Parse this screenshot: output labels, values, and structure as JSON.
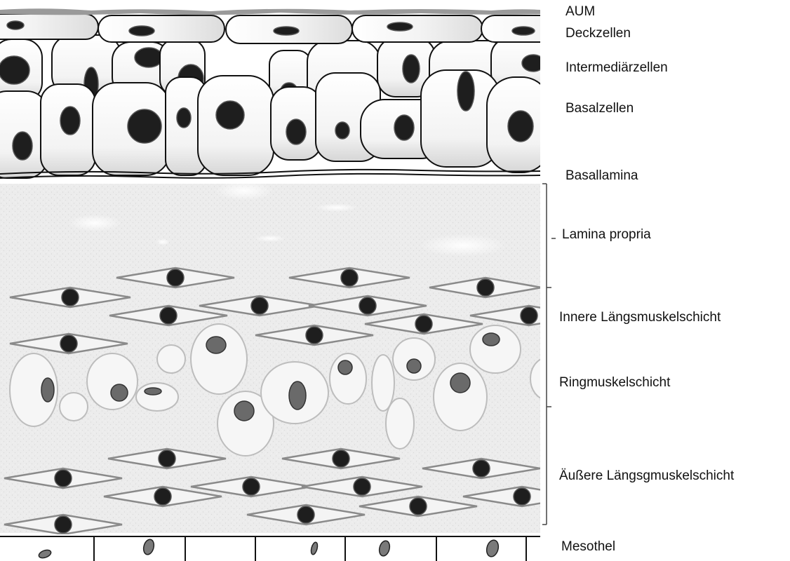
{
  "labels": {
    "aum": "AUM",
    "deckzellen": "Deckzellen",
    "intermediaerzellen": "Intermediärzellen",
    "basalzellen": "Basalzellen",
    "basallamina": "Basallamina",
    "lamina_propria": "Lamina propria",
    "innere_laengsmuskelschicht": "Innere Längsmuskelschicht",
    "ringmuskelschicht": "Ringmuskelschicht",
    "aeussere_laengsmuskelschicht": "Äußere Längsgmuskelschicht",
    "mesothel": "Mesothel"
  },
  "colors": {
    "outline": "#111111",
    "nucleus": "#1e1e1e",
    "ring_nucleus": "#6a6a6a",
    "tissue_fill": "#ececec",
    "muscle_outline": "#8a8a8a",
    "ring_cell_outline": "#bdbdbd",
    "aum_band": "#9a9a9a"
  }
}
